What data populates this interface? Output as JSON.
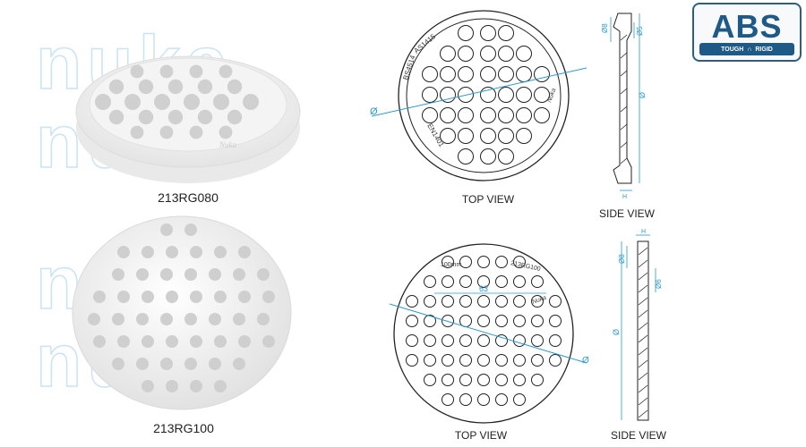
{
  "watermark": {
    "text": "nuka"
  },
  "badge": {
    "title": "ABS",
    "left": "TOUGH",
    "right": "RIGID",
    "color": "#1f5a86"
  },
  "products": [
    {
      "code": "213RG080"
    },
    {
      "code": "213RG100"
    }
  ],
  "views": {
    "top": "TOP VIEW",
    "side": "SIDE VIEW"
  },
  "drawing1": {
    "ring_text_left": "BS4514",
    "ring_text_top": "AS1415",
    "ring_text_bottom": "EN1401",
    "ring_text_left2": "Ø BS4514",
    "diameter_symbol": "Ø",
    "logo": "Nuka",
    "side_dims": {
      "d1": "Ø8",
      "d2": "Ø5",
      "body": "Ø",
      "h": "H"
    }
  },
  "drawing2": {
    "size_label": "100mm",
    "code_label": "213RG100",
    "pitch": "63",
    "diameter_symbol": "Ø",
    "logo": "Nuka",
    "side_dims": {
      "h": "H",
      "d1": "Ø8",
      "d2": "Ø6",
      "body": "Ø"
    }
  },
  "accent_color": "#2b9ad1"
}
